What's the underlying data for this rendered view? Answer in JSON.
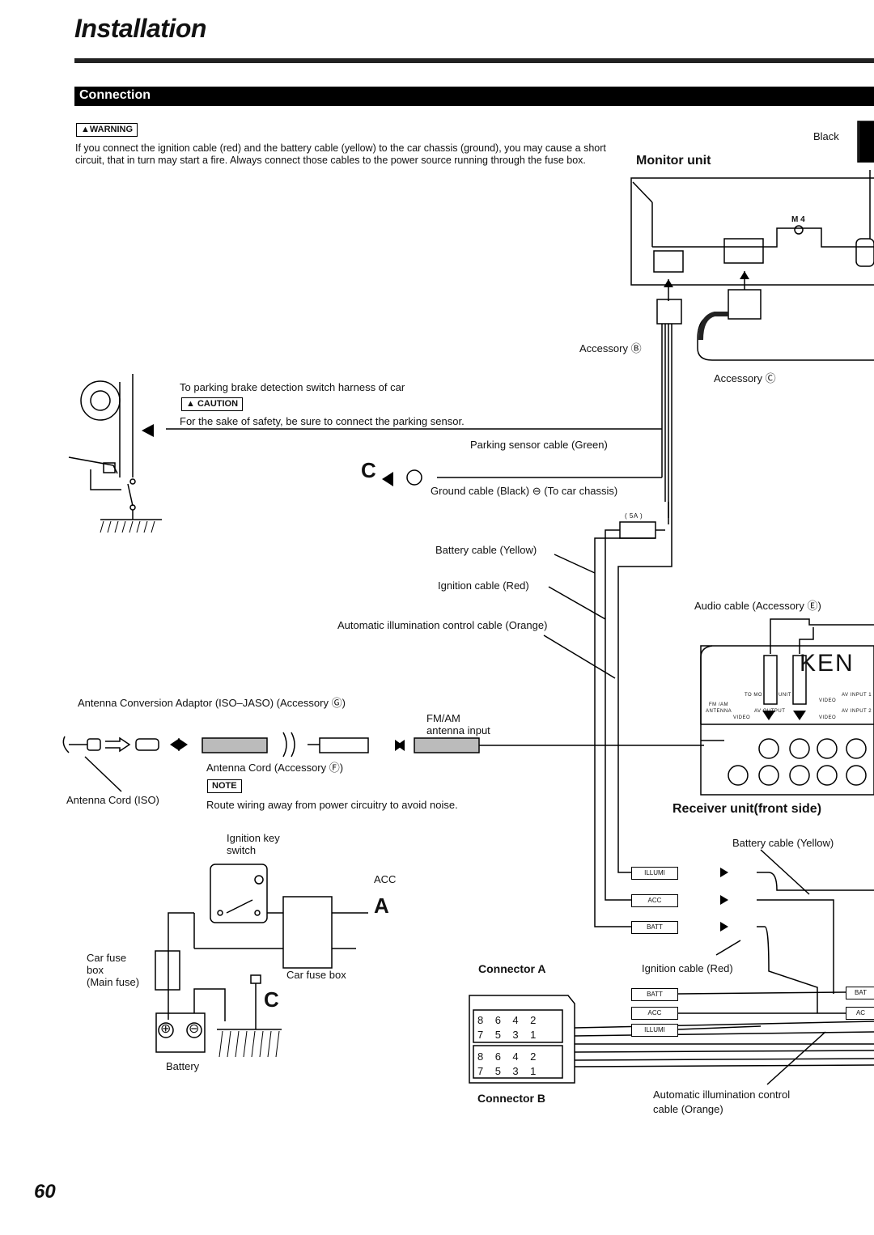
{
  "page": {
    "title": "Installation",
    "section": "Connection",
    "page_number": "60"
  },
  "warning": {
    "badge": "WARNING",
    "text": "If you connect the ignition cable (red) and the battery cable (yellow) to the car chassis (ground), you may cause a short circuit, that in turn may start a fire. Always connect those cables to the power source running through the fuse box."
  },
  "caution": {
    "badge": "CAUTION",
    "intro": "To parking brake detection switch harness of car",
    "text": "For the sake of safety, be sure to connect the parking sensor."
  },
  "note": {
    "badge": "NOTE",
    "text": "Route wiring away from power circuitry to avoid noise."
  },
  "labels": {
    "monitor_unit": "Monitor unit",
    "black": "Black",
    "m4": "M 4",
    "accessory_b": "Accessory Ⓑ",
    "accessory_c": "Accessory Ⓒ",
    "parking_sensor": "Parking sensor cable (Green)",
    "ground_cable": "Ground cable (Black) ⊖ (To car chassis)",
    "fuse_5a": "( 5A )",
    "battery_cable_yellow": "Battery cable (Yellow)",
    "ignition_cable_red": "Ignition cable (Red)",
    "auto_illumination": "Automatic illumination control cable (Orange)",
    "audio_cable": "Audio cable (Accessory Ⓔ)",
    "antenna_adaptor": "Antenna Conversion Adaptor (ISO–JASO) (Accessory Ⓖ)",
    "fm_am_input_1": "FM/AM",
    "fm_am_input_2": "antenna input",
    "antenna_cord_f": "Antenna Cord (Accessory Ⓕ)",
    "antenna_cord_iso": "Antenna Cord (ISO)",
    "receiver_unit": "Receiver unit(front side)",
    "receiver_brand": "KEN",
    "ignition_key_1": "Ignition key",
    "ignition_key_2": "switch",
    "acc": "ACC",
    "letter_a": "A",
    "letter_c": "C",
    "car_fuse_box_main_1": "Car fuse",
    "car_fuse_box_main_2": "box",
    "car_fuse_box_main_3": "(Main fuse)",
    "car_fuse_box": "Car fuse box",
    "battery": "Battery",
    "connector_a": "Connector A",
    "connector_b": "Connector B",
    "battery_cable_yellow_2": "Battery cable (Yellow)",
    "ignition_cable_red_2": "Ignition cable (Red)",
    "auto_illum_2a": "Automatic illumination control",
    "auto_illum_2b": "cable (Orange)",
    "panel_to_mon": "TO MO",
    "panel_unit": "UNIT",
    "panel_fm_am": "FM /AM",
    "panel_antenna": "ANTENNA",
    "panel_video": "VIDEO",
    "panel_av_output": "AV OUTPUT",
    "panel_av_input1": "AV INPUT 1",
    "panel_av_input2": "AV INPUT 2"
  },
  "connector_tags": {
    "illumi": "ILLUMI",
    "acc": "ACC",
    "batt": "BATT",
    "batt2": "BATT",
    "acc2": "ACC",
    "illumi2": "ILLUMI",
    "bat_edge": "BAT",
    "acc_edge": "AC"
  },
  "pins": {
    "row1": [
      "8",
      "6",
      "4",
      "2"
    ],
    "row2": [
      "7",
      "5",
      "3",
      "1"
    ]
  }
}
